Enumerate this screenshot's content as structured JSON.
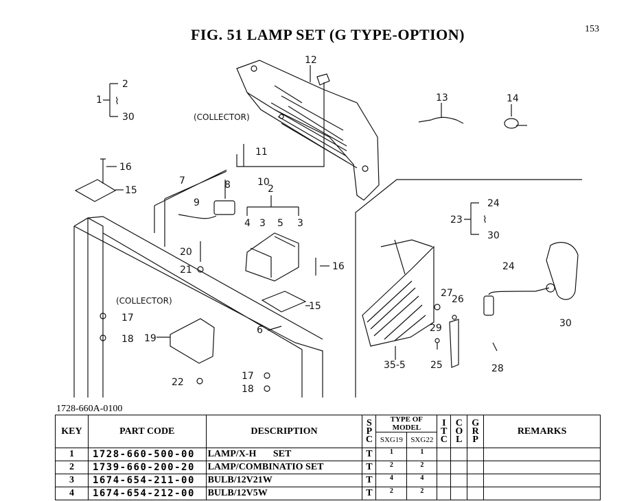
{
  "page": {
    "title": "FIG. 51  LAMP SET (G TYPE-OPTION)",
    "number": "153",
    "doc_number": "1728-660A-0100"
  },
  "diagram": {
    "labels": [
      "1",
      "2",
      "30",
      "(COLLECTOR)",
      "11",
      "10",
      "12",
      "13",
      "14",
      "16",
      "15",
      "7",
      "8",
      "9",
      "2",
      "4",
      "3",
      "5",
      "3",
      "20",
      "21",
      "16",
      "15",
      "6",
      "(COLLECTOR)",
      "17",
      "18",
      "19",
      "22",
      "17",
      "18",
      "23",
      "24",
      "30",
      "24",
      "27",
      "26",
      "29",
      "25",
      "28",
      "30",
      "35-5"
    ]
  },
  "table": {
    "headers": {
      "key": "KEY",
      "part_code": "PART CODE",
      "description": "DESCRIPTION",
      "spc": [
        "S",
        "P",
        "C"
      ],
      "type_of_model": "TYPE OF MODEL",
      "models": [
        "SXG19",
        "SXG22"
      ],
      "itc": [
        "I",
        "T",
        "C"
      ],
      "col": [
        "C",
        "O",
        "L"
      ],
      "grp": [
        "G",
        "R",
        "P"
      ],
      "remarks": "REMARKS"
    },
    "rows": [
      {
        "key": "1",
        "part_code": "1728-660-500-00",
        "description": "LAMP/X-H       SET",
        "spc": "T",
        "q1": "1",
        "q2": "1"
      },
      {
        "key": "2",
        "part_code": "1739-660-200-20",
        "description": "LAMP/COMBINATIO SET",
        "spc": "T",
        "q1": "2",
        "q2": "2"
      },
      {
        "key": "3",
        "part_code": "1674-654-211-00",
        "description": "BULB/12V21W",
        "spc": "T",
        "q1": "4",
        "q2": "4"
      },
      {
        "key": "4",
        "part_code": "1674-654-212-00",
        "description": "BULB/12V5W",
        "spc": "T",
        "q1": "2",
        "q2": "2"
      }
    ]
  }
}
